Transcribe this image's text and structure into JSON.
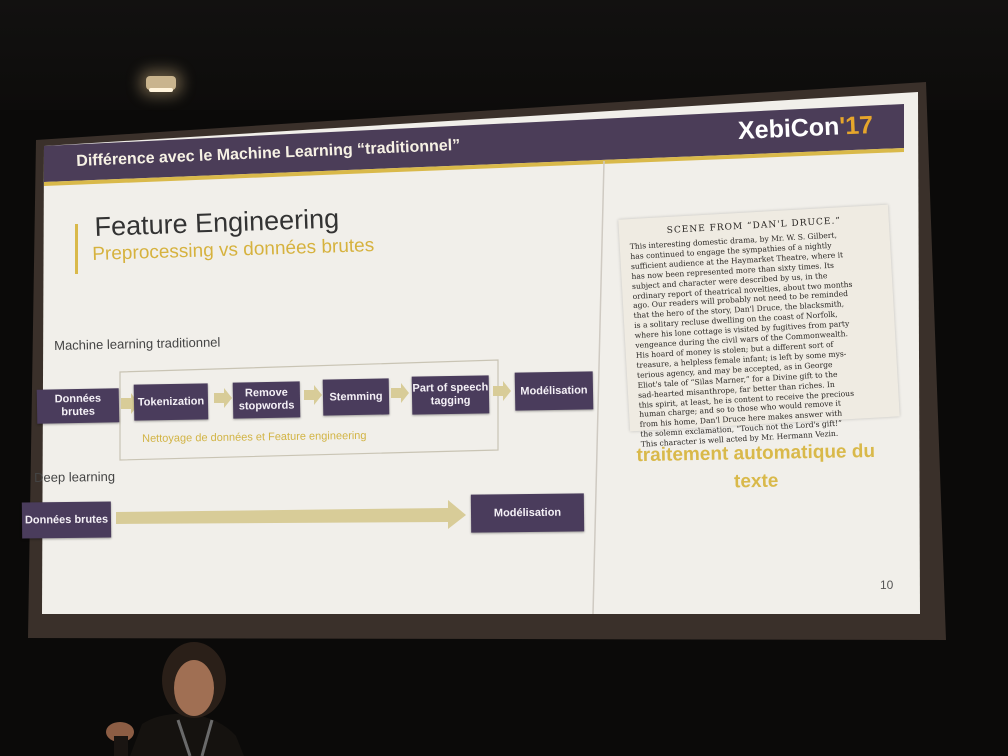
{
  "slide": {
    "header_title": "Différence avec le Machine Learning “traditionnel”",
    "logo_text_main": "XebiCon",
    "logo_text_year": "'17",
    "heading": "Feature Engineering",
    "subheading": "Preprocessing vs données brutes",
    "page_number": "10"
  },
  "traditional_pipeline": {
    "section_label": "Machine learning traditionnel",
    "input_box": "Données brutes",
    "steps": [
      "Tokenization",
      "Remove stopwords",
      "Stemming",
      "Part of speech tagging"
    ],
    "group_caption": "Nettoyage de données et Feature engineering",
    "output_box": "Modélisation"
  },
  "deep_pipeline": {
    "section_label": "Deep learning",
    "input_box": "Données brutes",
    "output_box": "Modélisation"
  },
  "right_panel": {
    "caption": "traitement automatique du texte",
    "newspaper_title": "SCENE FROM “DAN'L DRUCE.”",
    "newspaper_lines": [
      "This interesting domestic drama, by Mr. W. S. Gilbert,",
      "has continued to engage the sympathies of a nightly",
      "sufficient audience at the Haymarket Theatre, where it",
      "has now been represented more than sixty times. Its",
      "subject and character were described by us, in the",
      "ordinary report of theatrical novelties, about two months",
      "ago. Our readers will probably not need to be reminded",
      "that the hero of the story, Dan'l Druce, the blacksmith,",
      "is a solitary recluse dwelling on the coast of Norfolk,",
      "where his lone cottage is visited by fugitives from party",
      "vengeance during the civil wars of the Commonwealth.",
      "His hoard of money is stolen; but a different sort of",
      "treasure, a helpless female infant; is left by some mys-",
      "terious agency, and may be accepted, as in George",
      "Eliot's tale of “Silas Marner,” for a Divine gift to the",
      "sad-hearted misanthrope, far better than riches. In",
      "this spirit, at least, he is content to receive the precious",
      "human charge; and so to those who would remove it",
      "from his home, Dan'l Druce here makes answer with",
      "the solemn exclamation, “Touch not the Lord's gift!”",
      "This character is well acted by Mr. Hermann Vezin."
    ]
  },
  "colors": {
    "accent_gold": "#d9b94a",
    "box_purple": "#4a3c5c",
    "header_purple": "#4b3d58",
    "arrow_tan": "#d8cc98"
  }
}
